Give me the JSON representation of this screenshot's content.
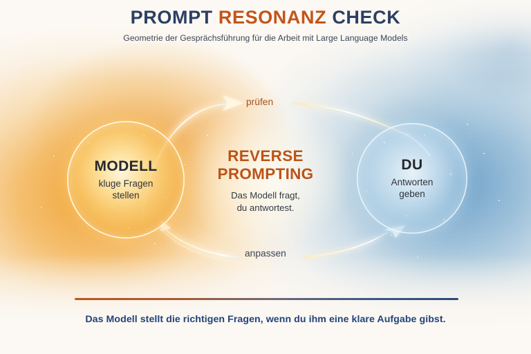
{
  "header": {
    "title_part1": "PROMPT",
    "title_part2": "RESONANZ",
    "title_part3": "CHECK",
    "subtitle": "Geometrie der Gesprächsführung für die Arbeit mit Large Language Models"
  },
  "diagram": {
    "left_node": {
      "title": "MODELL",
      "subtitle": "kluge Fragen\nstellen",
      "subtitle_line1": "kluge Fragen",
      "subtitle_line2": "stellen"
    },
    "center": {
      "title_line1": "REVERSE",
      "title_line2": "PROMPTING",
      "sub_line1": "Das Modell fragt,",
      "sub_line2": "du antwortest."
    },
    "right_node": {
      "title": "DU",
      "subtitle_line1": "Antworten",
      "subtitle_line2": "geben"
    },
    "arrows": {
      "top_label": "prüfen",
      "top_direction": "left-to-right",
      "bottom_label": "anpassen",
      "bottom_direction": "right-to-left"
    }
  },
  "footer": {
    "caption": "Das Modell stellt die richtigen Fragen, wenn du ihm eine klare Aufgabe gibst."
  },
  "colors": {
    "title_navy": "#2c3f63",
    "title_orange": "#c3551a",
    "center_orange": "#bb5318",
    "caption_navy": "#22447a",
    "arc_label_top": "#a6521e",
    "arc_label_bottom": "#3b4658",
    "background_warm": "#f0a02d",
    "background_cool": "#5c96c4",
    "paper": "#fbf7f1"
  }
}
